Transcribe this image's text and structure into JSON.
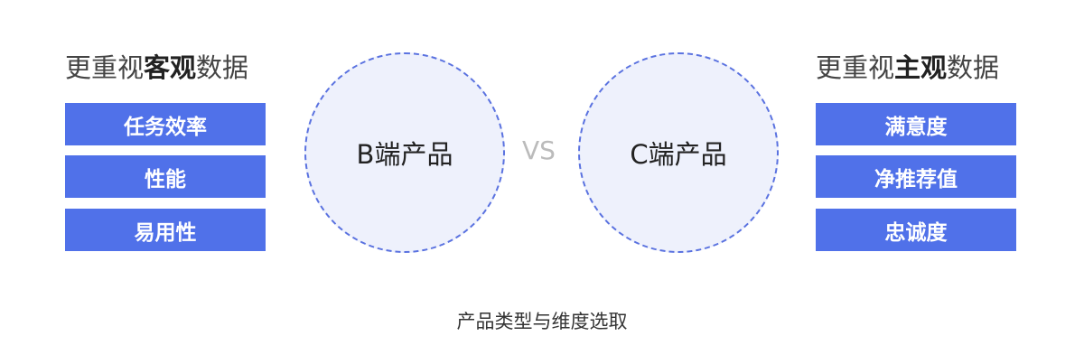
{
  "left": {
    "heading_pre": "更重视",
    "heading_bold": "客观",
    "heading_post": "数据",
    "items": [
      "任务效率",
      "性能",
      "易用性"
    ]
  },
  "right": {
    "heading_pre": "更重视",
    "heading_bold": "主观",
    "heading_post": "数据",
    "items": [
      "满意度",
      "净推荐值",
      "忠诚度"
    ]
  },
  "circles": {
    "b": "B端产品",
    "vs": "VS",
    "c": "C端产品"
  },
  "caption": "产品类型与维度选取"
}
